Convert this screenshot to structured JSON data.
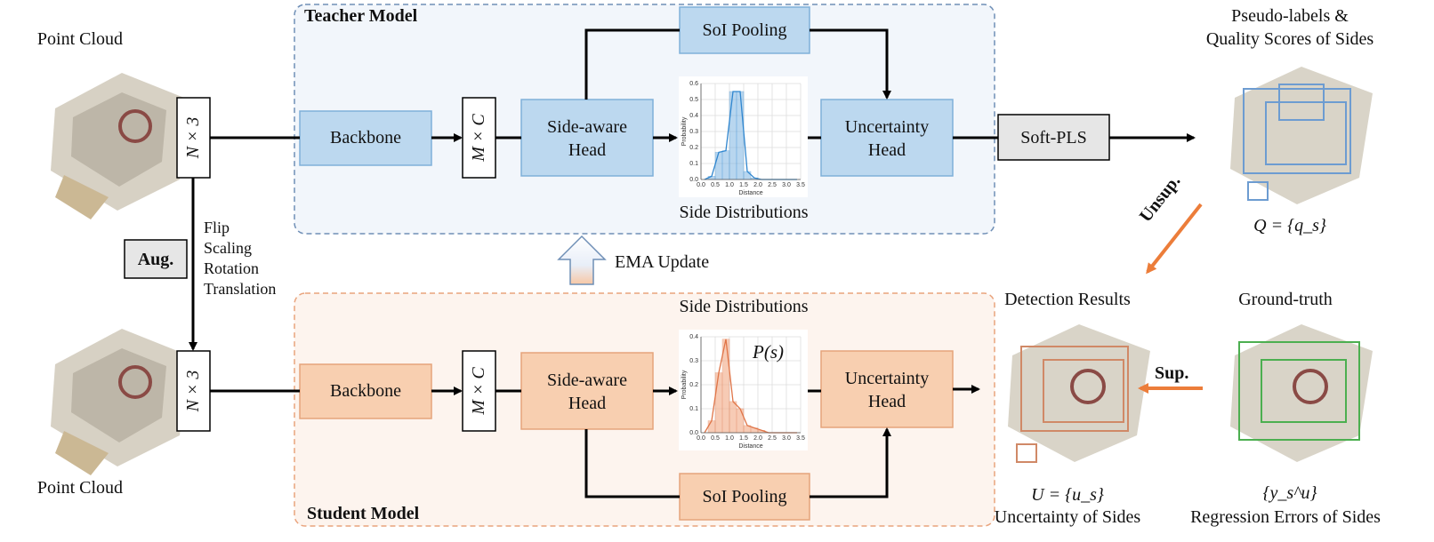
{
  "teacher": {
    "title": "Teacher Model",
    "backbone": "Backbone",
    "feature": "M × C",
    "head_line1": "Side-aware",
    "head_line2": "Head",
    "soi": "SoI Pooling",
    "unc_line1": "Uncertainty",
    "unc_line2": "Head",
    "dist_label": "Side Distributions",
    "soft_pls": "Soft-PLS",
    "out_line1": "Pseudo-labels &",
    "out_line2": "Quality Scores of Sides",
    "out_formula": "Q = {q_s}"
  },
  "student": {
    "title": "Student Model",
    "backbone": "Backbone",
    "feature": "M × C",
    "head_line1": "Side-aware",
    "head_line2": "Head",
    "soi": "SoI Pooling",
    "unc_line1": "Uncertainty",
    "unc_line2": "Head",
    "dist_label": "Side Distributions",
    "dist_formula": "P(s)"
  },
  "inputs": {
    "top_label": "Point Cloud",
    "bottom_label": "Point Cloud",
    "top_shape": "N × 3",
    "bottom_shape": "N × 3",
    "aug_label": "Aug.",
    "aug_ops": [
      "Flip",
      "Scaling",
      "Rotation",
      "Translation"
    ]
  },
  "ema_label": "EMA Update",
  "outputs": {
    "detection_title": "Detection Results",
    "detection_formula": "U = {u_s}",
    "detection_caption": "Uncertainty of Sides",
    "gt_title": "Ground-truth",
    "gt_formula": "{y_s^u}",
    "gt_caption": "Regression Errors of Sides",
    "unsup": "Unsup.",
    "sup": "Sup."
  },
  "colors": {
    "teacher_bg": "#f2f6fb",
    "teacher_border": "#6f8fb6",
    "teacher_box": "#bcd8ef",
    "teacher_box_border": "#7fb0d9",
    "student_bg": "#fdf4ee",
    "student_border": "#e9a37c",
    "student_box": "#f8cfb0",
    "student_box_border": "#e5a47b",
    "accent_orange": "#ec7d3a",
    "gray_box": "#e6e6e6"
  },
  "mini_charts": {
    "teacher": {
      "ylabel": "Probability",
      "xlabel": "Distance",
      "x_ticks": [
        "0.0",
        "0.5",
        "1.0",
        "1.5",
        "2.0",
        "2.5",
        "3.0",
        "3.5"
      ],
      "y_ticks": [
        "0.0",
        "0.1",
        "0.2",
        "0.3",
        "0.4",
        "0.5",
        "0.6"
      ],
      "ylim": [
        0,
        0.6
      ],
      "bars": [
        0.0,
        0.02,
        0.17,
        0.18,
        0.55,
        0.55,
        0.05,
        0.01,
        0.0,
        0.0,
        0.0,
        0.0,
        0.0,
        0.0
      ]
    },
    "student": {
      "ylabel": "Probability",
      "xlabel": "Distance",
      "x_ticks": [
        "0.0",
        "0.5",
        "1.0",
        "1.5",
        "2.0",
        "2.5",
        "3.0",
        "3.5"
      ],
      "y_ticks": [
        "0.0",
        "0.1",
        "0.2",
        "0.3",
        "0.4"
      ],
      "ylim": [
        0,
        0.4
      ],
      "bars": [
        0.0,
        0.05,
        0.25,
        0.39,
        0.13,
        0.1,
        0.03,
        0.02,
        0.01,
        0.0,
        0.0,
        0.0,
        0.0,
        0.0
      ]
    }
  }
}
